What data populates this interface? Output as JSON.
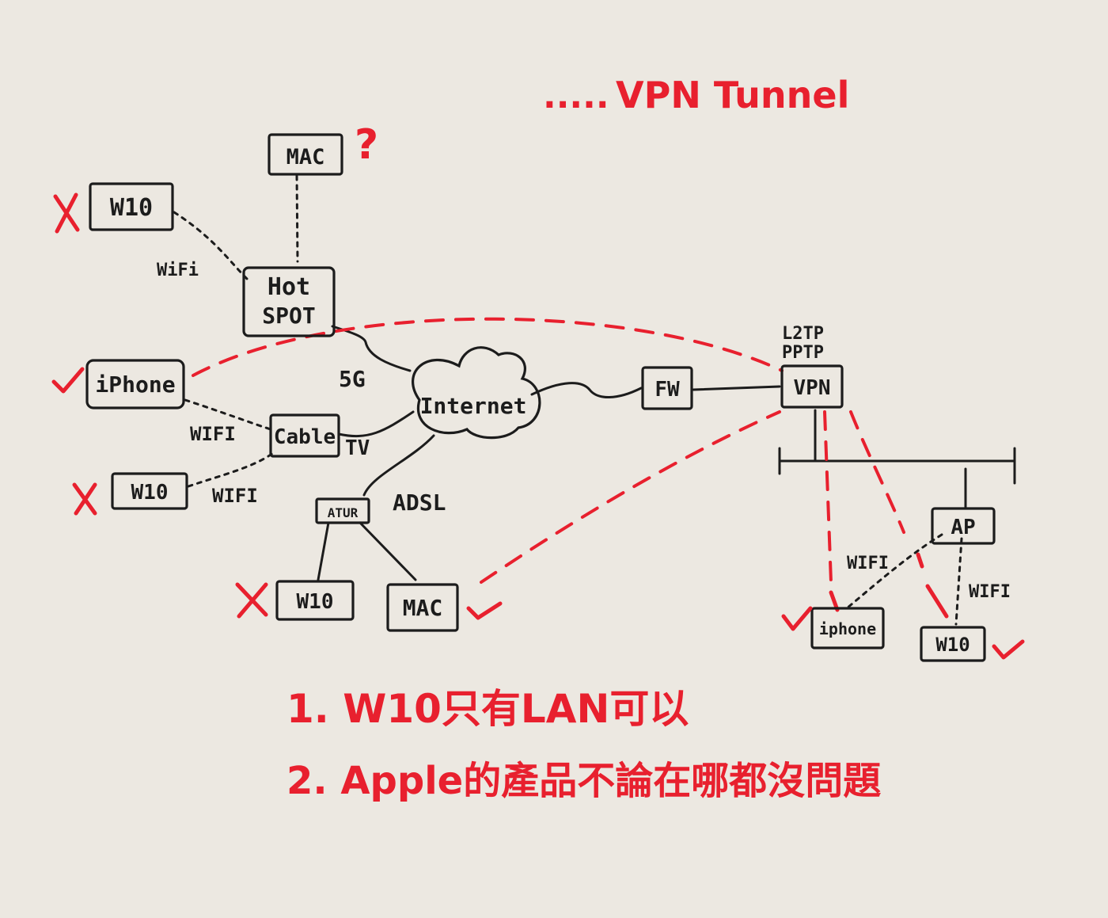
{
  "legend": {
    "dots": ".....",
    "label": "VPN Tunnel"
  },
  "nodes": {
    "mac_top": "MAC",
    "question": "?",
    "w10_top": "W10",
    "hotspot_line1": "Hot",
    "hotspot_line2": "SPOT",
    "iphone_left": "iPhone",
    "cable": "Cable",
    "w10_mid": "W10",
    "atur": "ATUR",
    "w10_bottom": "W10",
    "mac_bottom": "MAC",
    "internet": "Internet",
    "fw": "FW",
    "vpn": "VPN",
    "protocol_1": "L2TP",
    "protocol_2": "PPTP",
    "ap": "AP",
    "iphone_right": "iphone",
    "w10_right": "W10"
  },
  "links": {
    "wifi_hotspot": "WiFi",
    "fiveg": "5G",
    "wifi_cable": "WIFI",
    "tv": "TV",
    "wifi_w10": "WIFI",
    "adsl": "ADSL",
    "wifi_ap_left": "WIFI",
    "wifi_ap_right": "WIFI"
  },
  "notes": [
    "1. W10只有LAN可以",
    "2. Apple的產品不論在哪都沒問題"
  ],
  "colors": {
    "marker_black": "#1c1c1c",
    "marker_red": "#e8202e",
    "board": "#ece8e1"
  }
}
